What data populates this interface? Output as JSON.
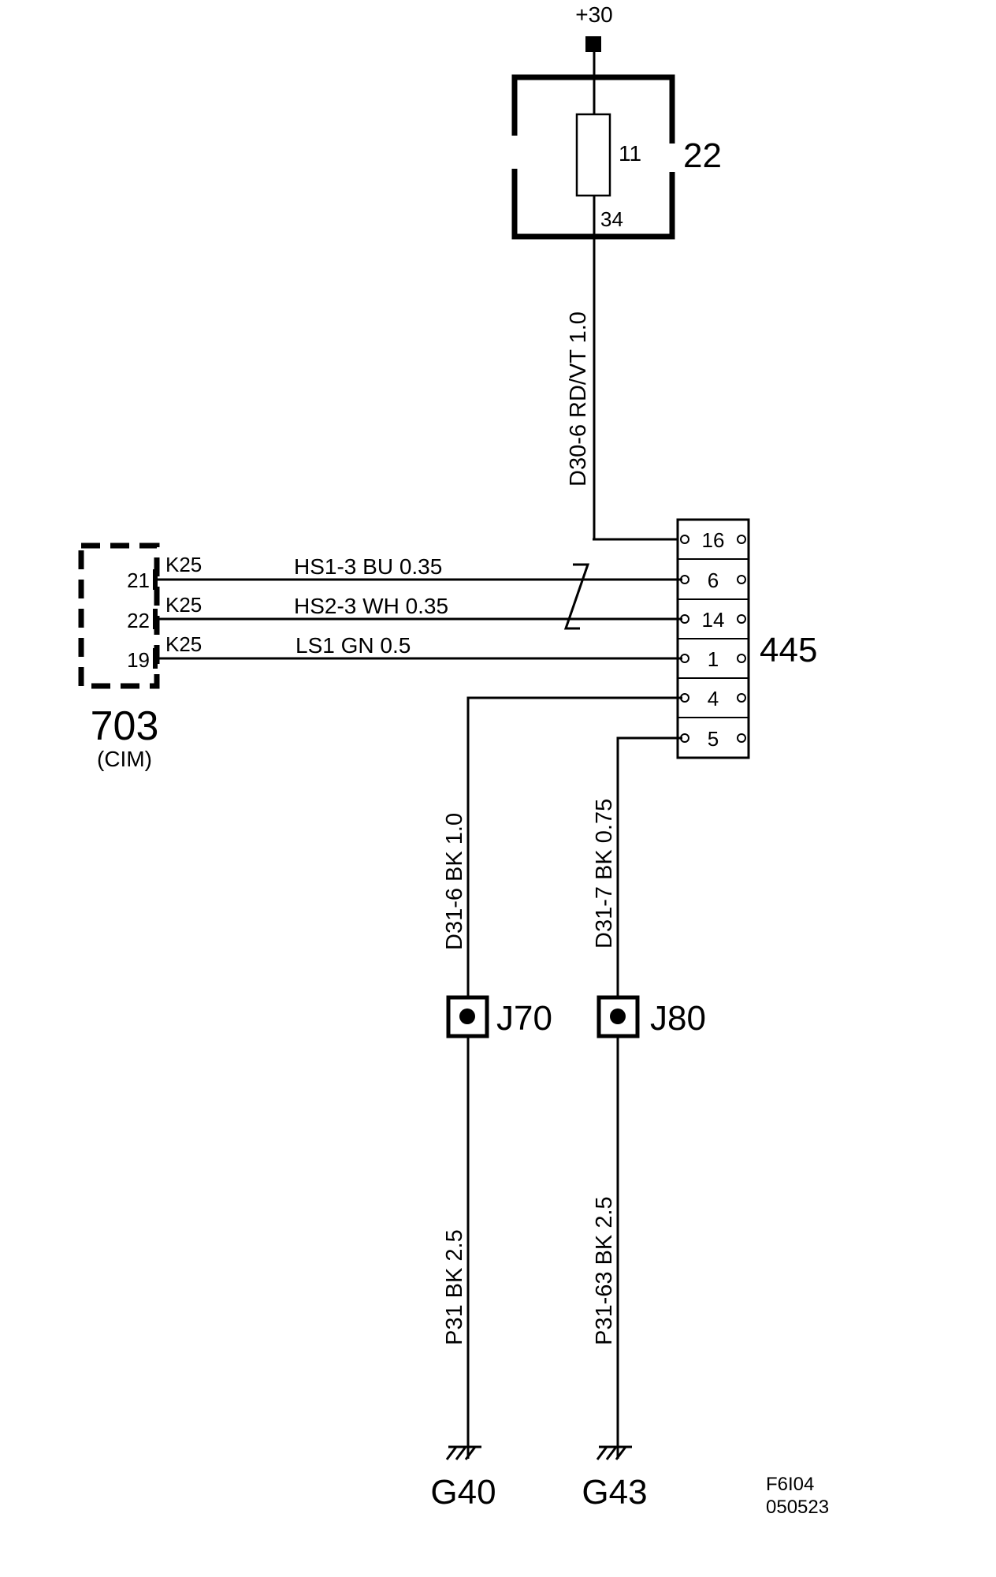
{
  "supply": {
    "label": "+30"
  },
  "fuse_box": {
    "id": "22",
    "fuse_number": "11",
    "terminal": "34"
  },
  "wires": {
    "supply_wire": "D30-6  RD/VT  1.0",
    "hs1": "HS1-3  BU  0.35",
    "hs2": "HS2-3  WH  0.35",
    "ls1": "LS1  GN  0.5",
    "left_ground": "D31-6  BK  1.0",
    "right_ground": "D31-7  BK  0.75",
    "left_lower": "P31  BK  2.5",
    "right_lower": "P31-63  BK  2.5"
  },
  "module": {
    "id": "703",
    "name": "(CIM)",
    "connector": "K25",
    "pins": [
      "21",
      "22",
      "19"
    ]
  },
  "connector_445": {
    "id": "445",
    "pins": [
      "16",
      "6",
      "14",
      "1",
      "4",
      "5"
    ]
  },
  "junctions": [
    "J70",
    "J80"
  ],
  "grounds": [
    "G40",
    "G43"
  ],
  "footer": {
    "code": "F6I04",
    "date": "050523"
  }
}
